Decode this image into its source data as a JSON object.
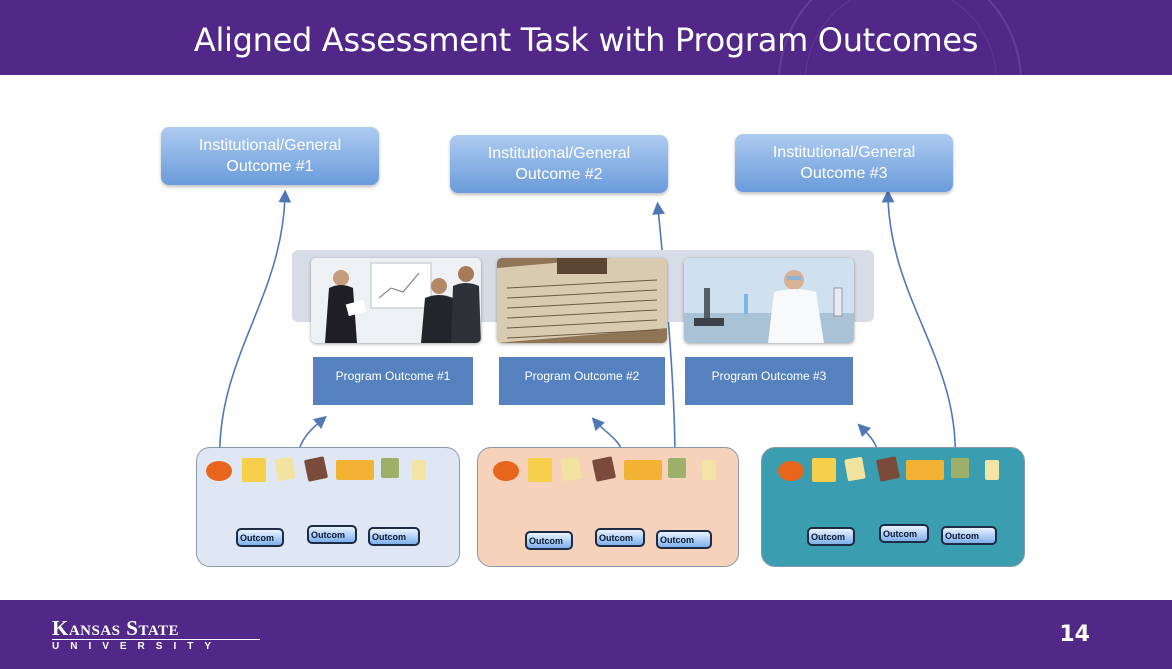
{
  "slide": {
    "title": "Aligned Assessment Task with Program Outcomes",
    "page_number": "14"
  },
  "branding": {
    "name": "Kansas State",
    "sub": "UNIVERSITY"
  },
  "institutional_outcomes": [
    {
      "line1": "Institutional/General",
      "line2": "Outcome #1"
    },
    {
      "line1": "Institutional/General",
      "line2": "Outcome #2"
    },
    {
      "line1": "Institutional/General",
      "line2": "Outcome #3"
    }
  ],
  "program_outcomes": [
    {
      "label": "Program Outcome #1"
    },
    {
      "label": "Program Outcome #2"
    },
    {
      "label": "Program Outcome #3"
    }
  ],
  "photos": [
    {
      "icon": "presentation-photo"
    },
    {
      "icon": "manuscript-photo"
    },
    {
      "icon": "laboratory-photo"
    }
  ],
  "course_panels": [
    {
      "color": "#dfe7f4",
      "outcomes": [
        "Outcom",
        "Outcom",
        "Outcom"
      ]
    },
    {
      "color": "#f6d2ba",
      "outcomes": [
        "Outcom",
        "Outcom",
        "Outcom"
      ]
    },
    {
      "color": "#3a9eb0",
      "outcomes": [
        "Outcom",
        "Outcom",
        "Outcom"
      ]
    }
  ],
  "colors": {
    "brand_purple": "#512888",
    "program_blue": "#5582bf",
    "arrow_blue": "#4f79b6",
    "arrow_red": "#d9474b"
  }
}
